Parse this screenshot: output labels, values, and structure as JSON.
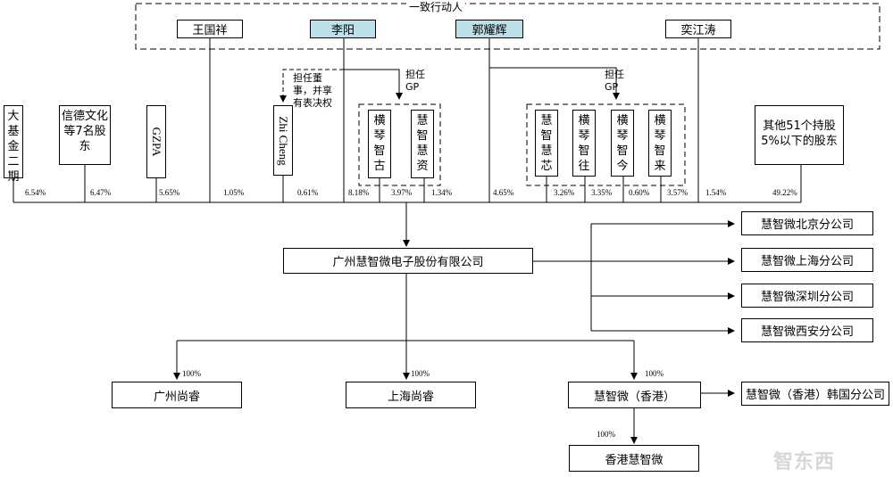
{
  "group": {
    "title": "一致行动人",
    "members": [
      "王国祥",
      "李阳",
      "郭耀辉",
      "奕江涛"
    ]
  },
  "shareholders": {
    "dajijin": "大基金二期",
    "xinde": "信德文化等7名股东",
    "gzpa": "GZPA",
    "zhicheng": "Zhi Cheng",
    "others": "其他51个持股5%以下的股东"
  },
  "platforms": {
    "a": [
      "横琴智古",
      "慧智慧资"
    ],
    "b": [
      "慧智慧芯",
      "横琴智往",
      "横琴智今",
      "横琴智来"
    ]
  },
  "labels": {
    "zhicheng_role": "担任董事，并享有表决权",
    "gp_left": "担任GP",
    "gp_right": "担任GP"
  },
  "percents": {
    "dajijin": "6.54%",
    "xinde": "6.47%",
    "gzpa": "5.65%",
    "wang": "1.05%",
    "zhicheng": "0.61%",
    "li": "8.18%",
    "zhigu": "3.97%",
    "huizi": "1.34%",
    "guo": "4.65%",
    "huixin": "3.26%",
    "zhiwang": "3.35%",
    "zhijin": "0.60%",
    "zhilai": "3.57%",
    "yi": "1.54%",
    "others": "49.22%"
  },
  "company": "广州慧智微电子股份有限公司",
  "branches": [
    "慧智微北京分公司",
    "慧智微上海分公司",
    "慧智微深圳分公司",
    "慧智微西安分公司"
  ],
  "subsidiaries": {
    "guangzhou": "广州尚睿",
    "shanghai": "上海尚睿",
    "hk": "慧智微（香港）",
    "korea": "慧智微（香港）韩国分公司",
    "hk_sub": "香港慧智微"
  },
  "sub_percents": {
    "guangzhou": "100%",
    "shanghai": "100%",
    "hk": "100%",
    "hk_sub": "100%"
  },
  "watermark": "智东西"
}
